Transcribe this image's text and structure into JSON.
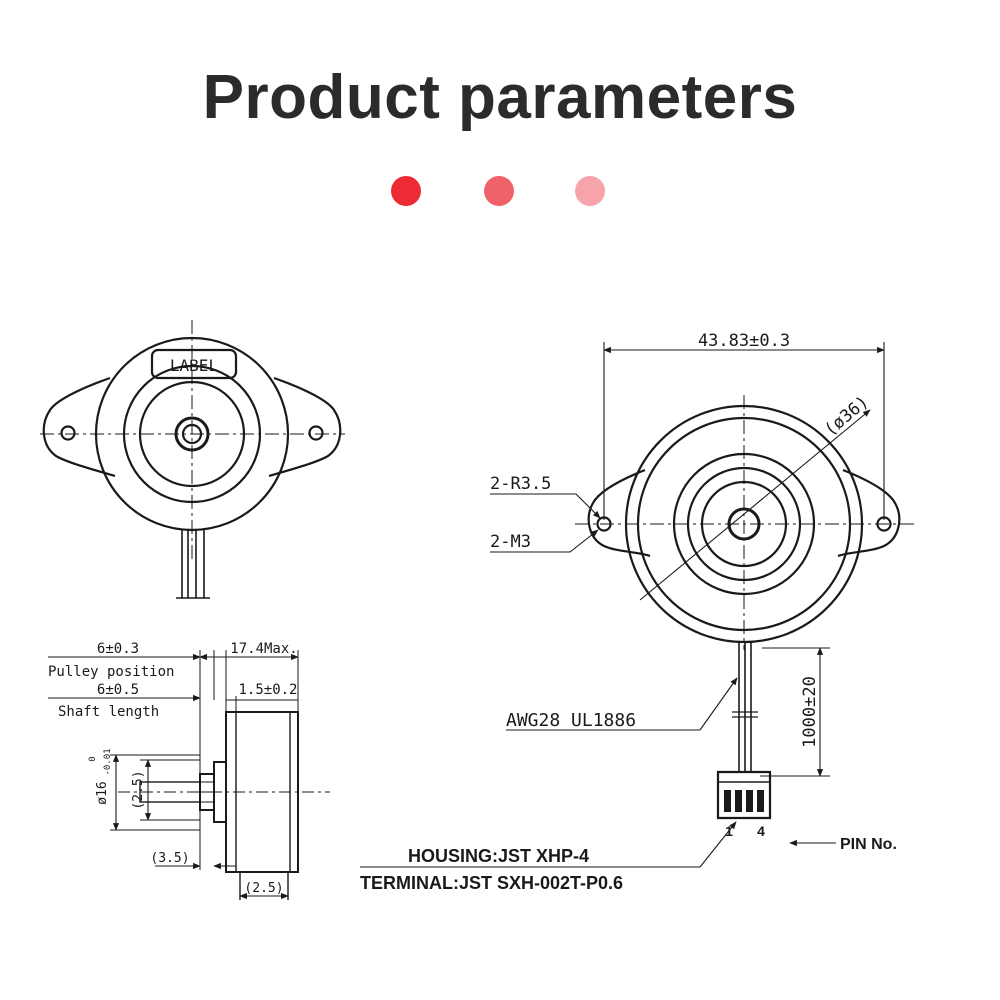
{
  "header": {
    "title": "Product parameters",
    "dot_colors": [
      "#ee2a35",
      "#f0626a",
      "#f6a4aa"
    ]
  },
  "front_view": {
    "label": "LABEL"
  },
  "side_view": {
    "pulley_position_dim": "6±0.3",
    "pulley_position_text": "Pulley position",
    "shaft_length_dim": "6±0.5",
    "shaft_length_text": "Shaft length",
    "max_length_dim": "17.4Max.",
    "flange_dim": "1.5±0.2",
    "dia_16_main": "ø16",
    "dia_16_tol_upper": "0",
    "dia_16_tol_lower": "-0.01",
    "shaft_dim": "(2.5)",
    "offset_dim": "(3.5)",
    "bottom_dim": "(2.5)"
  },
  "top_view": {
    "width_dim": "43.83±0.3",
    "dia_dim": "(ø36)",
    "radius_callout": "2-R3.5",
    "thread_callout": "2-M3",
    "wire_spec": "AWG28 UL1886",
    "lead_length": "1000±20",
    "pin_first": "1",
    "pin_last": "4",
    "pin_label": "PIN No.",
    "housing": "HOUSING:JST XHP-4",
    "terminal": "TERMINAL:JST SXH-002T-P0.6"
  }
}
